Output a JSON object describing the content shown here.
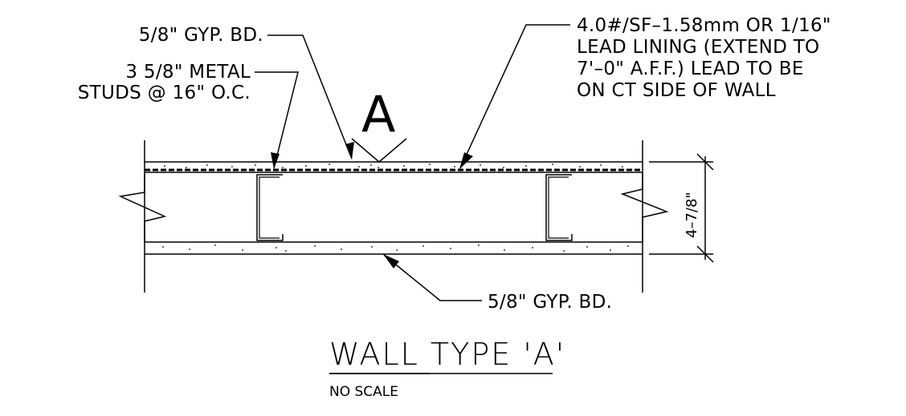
{
  "labels": {
    "gyp_top": "5/8\" GYP. BD.",
    "studs_line1": "3 5/8\" METAL",
    "studs_line2": "STUDS @ 16\" O.C.",
    "lead_line1": "4.0#/SF–1.58mm OR 1/16\"",
    "lead_line2": "LEAD LINING (EXTEND TO",
    "lead_line3": "7'–0\" A.F.F.) LEAD TO BE",
    "lead_line4": "ON CT SIDE OF WALL",
    "gyp_bottom": "5/8\" GYP. BD.",
    "section_mark": "A",
    "dimension": "4–7/8\""
  },
  "title": {
    "text": "WALL TYPE 'A'",
    "scale": "NO SCALE"
  }
}
